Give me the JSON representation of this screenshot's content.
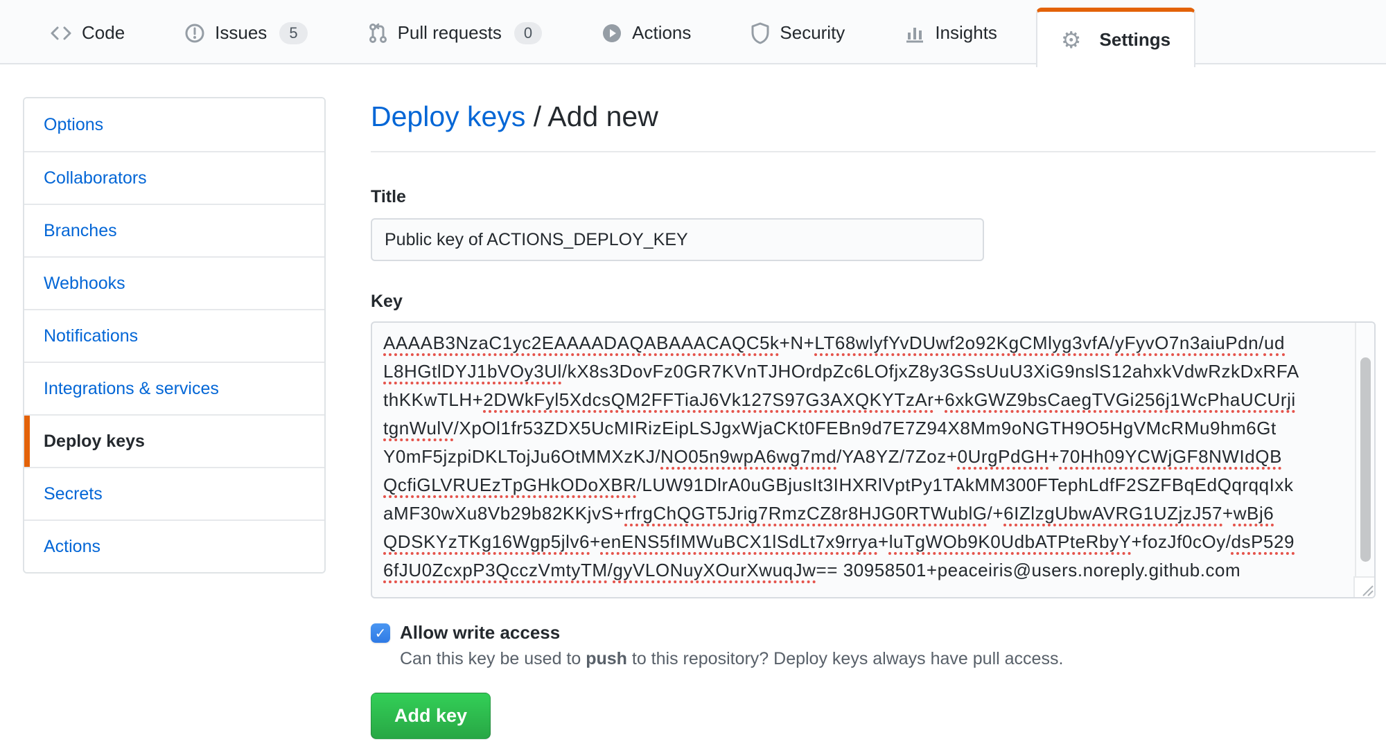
{
  "nav": {
    "tabs": [
      {
        "label": "Code"
      },
      {
        "label": "Issues",
        "badge": "5"
      },
      {
        "label": "Pull requests",
        "badge": "0"
      },
      {
        "label": "Actions"
      },
      {
        "label": "Security"
      },
      {
        "label": "Insights"
      },
      {
        "label": "Settings",
        "active": true
      }
    ]
  },
  "sidebar": {
    "items": [
      {
        "label": "Options"
      },
      {
        "label": "Collaborators"
      },
      {
        "label": "Branches"
      },
      {
        "label": "Webhooks"
      },
      {
        "label": "Notifications"
      },
      {
        "label": "Integrations & services"
      },
      {
        "label": "Deploy keys",
        "active": true
      },
      {
        "label": "Secrets"
      },
      {
        "label": "Actions"
      }
    ]
  },
  "page": {
    "breadcrumb_link": "Deploy keys",
    "breadcrumb_separator": " / ",
    "breadcrumb_current": "Add new"
  },
  "form": {
    "title_label": "Title",
    "title_value": "Public key of ACTIONS_DEPLOY_KEY",
    "key_label": "Key",
    "key_lines": [
      [
        {
          "t": "AAAAB3NzaC1yc2EAAAADAQABAAACAQC5k",
          "u": true
        },
        {
          "t": "+N+",
          "u": false
        },
        {
          "t": "LT68wlyfYvDUwf2o92KgCMlyg3vfA",
          "u": true
        },
        {
          "t": "/",
          "u": false
        },
        {
          "t": "yFyvO7n3aiuPdn",
          "u": true
        },
        {
          "t": "/",
          "u": false
        },
        {
          "t": "ud",
          "u": true
        }
      ],
      [
        {
          "t": "L8HGtlDYJ1bVOy3Ul",
          "u": true
        },
        {
          "t": "/kX8s3DovFz0GR7KVnTJHOrdpZc6LOfjxZ8y3GSsUuU3XiG9nslS12ahxkVdwRzkDxRFA",
          "u": false
        }
      ],
      [
        {
          "t": "thKKwTLH+",
          "u": false
        },
        {
          "t": "2DWkFyl5XdcsQM2FFTiaJ6Vk127S97G3AXQKYTzAr",
          "u": true
        },
        {
          "t": "+",
          "u": false
        },
        {
          "t": "6xkGWZ9bsCaegTVGi256j1WcPhaUCUrji",
          "u": true
        }
      ],
      [
        {
          "t": "tgnWulV",
          "u": true
        },
        {
          "t": "/XpOl1fr53ZDX5UcMIRizEipLSJgxWjaCKt0FEBn9d7E7Z94X8Mm9oNGTH9O5HgVMcRMu9hm6Gt",
          "u": false
        }
      ],
      [
        {
          "t": "Y0mF5jzpiDKLTojJu6OtMMXzKJ/",
          "u": false
        },
        {
          "t": "NO05n9wpA6wg7md",
          "u": true
        },
        {
          "t": "/YA8YZ/7Zoz+",
          "u": false
        },
        {
          "t": "0UrgPdGH",
          "u": true
        },
        {
          "t": "+",
          "u": false
        },
        {
          "t": "70Hh09YCWjGF8NWIdQB",
          "u": true
        }
      ],
      [
        {
          "t": "QcfiGLVRUEzTpGHkODoXBR",
          "u": true
        },
        {
          "t": "/LUW91DlrA0uGBjusIt3IHXRlVptPy1TAkMM300FTephLdfF2SZFBqEdQqrqqIxk",
          "u": false
        }
      ],
      [
        {
          "t": "aMF30wXu8Vb29b82KKjvS+",
          "u": false
        },
        {
          "t": "rfrgChQGT5Jrig7RmzCZ8r8HJG0RTWublG",
          "u": true
        },
        {
          "t": "/+",
          "u": false
        },
        {
          "t": "6IZlzgUbwAVRG1UZjzJ57",
          "u": true
        },
        {
          "t": "+",
          "u": false
        },
        {
          "t": "wBj6",
          "u": true
        }
      ],
      [
        {
          "t": "QDSKYzTKg16Wgp5jlv6",
          "u": true
        },
        {
          "t": "+",
          "u": false
        },
        {
          "t": "enENS5fIMWuBCX1lSdLt7x9rrya",
          "u": true
        },
        {
          "t": "+",
          "u": false
        },
        {
          "t": "luTgWOb9K0UdbATPteRbyY",
          "u": true
        },
        {
          "t": "+fozJf0cOy/",
          "u": false
        },
        {
          "t": "dsP529",
          "u": true
        }
      ],
      [
        {
          "t": "6fJU0ZcxpP3QcczVmtyTM",
          "u": true
        },
        {
          "t": "/",
          "u": false
        },
        {
          "t": "gyVLONuyXOurXwuqJw",
          "u": true
        },
        {
          "t": "== 30958501+peaceiris@users.noreply.github.com",
          "u": false
        }
      ]
    ],
    "write_access_label": "Allow write access",
    "write_access_checked": true,
    "write_access_desc_prefix": "Can this key be used to ",
    "write_access_desc_bold": "push",
    "write_access_desc_suffix": " to this repository? Deploy keys always have pull access.",
    "submit_label": "Add key"
  },
  "icons": {
    "gear": "⚙",
    "check": "✓"
  },
  "colors": {
    "accent_orange": "#e36209",
    "link_blue": "#0366d6",
    "button_green": "#28a745",
    "misspell_red": "#e5534b",
    "checkbox_blue": "#2f7ae5",
    "nav_bg": "#fafbfc",
    "border_gray": "#e1e4e8"
  }
}
